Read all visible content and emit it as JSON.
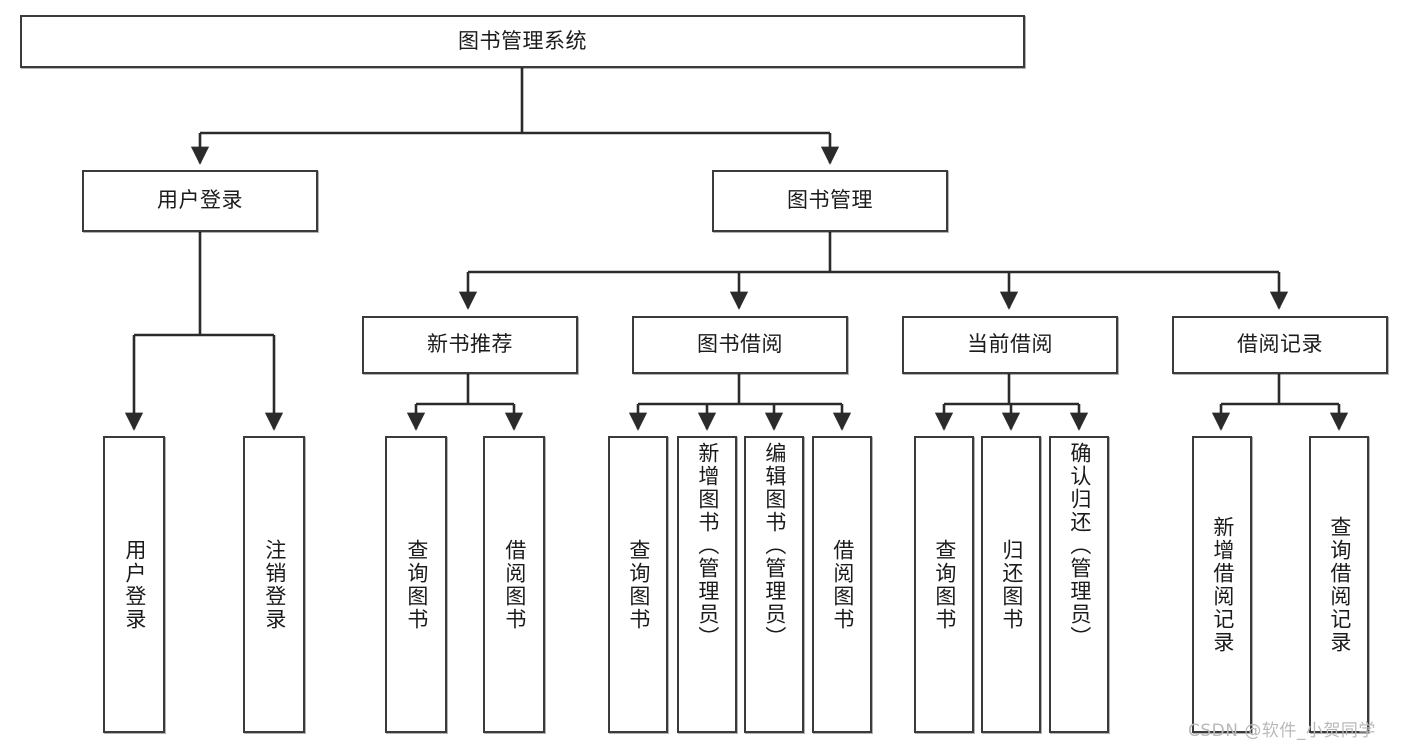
{
  "diagram": {
    "type": "tree",
    "title": "图书管理系统",
    "watermark": "CSDN @软件_小贺同学",
    "colors": {
      "box_border": "#3b3b3b",
      "box_fill": "#ffffff",
      "edge": "#2b2b2b",
      "text": "#1b1b1b",
      "watermark": "#b9b9b9"
    },
    "nodes": {
      "root": {
        "label": "图书管理系统",
        "orientation": "horizontal"
      },
      "l2": [
        {
          "label": "用户登录",
          "orientation": "horizontal"
        },
        {
          "label": "图书管理",
          "orientation": "horizontal"
        }
      ],
      "l3": [
        {
          "label": "新书推荐",
          "orientation": "horizontal"
        },
        {
          "label": "图书借阅",
          "orientation": "horizontal"
        },
        {
          "label": "当前借阅",
          "orientation": "horizontal"
        },
        {
          "label": "借阅记录",
          "orientation": "horizontal"
        }
      ],
      "leaves": [
        {
          "label": "用户登录",
          "orientation": "vertical",
          "parent": "用户登录"
        },
        {
          "label": "注销登录",
          "orientation": "vertical",
          "parent": "用户登录"
        },
        {
          "label": "查询图书",
          "orientation": "vertical",
          "parent": "新书推荐"
        },
        {
          "label": "借阅图书",
          "orientation": "vertical",
          "parent": "新书推荐"
        },
        {
          "label": "查询图书",
          "orientation": "vertical",
          "parent": "图书借阅"
        },
        {
          "label": "新增图书（管理员）",
          "orientation": "vertical",
          "parent": "图书借阅"
        },
        {
          "label": "编辑图书（管理员）",
          "orientation": "vertical",
          "parent": "图书借阅"
        },
        {
          "label": "借阅图书",
          "orientation": "vertical",
          "parent": "图书借阅"
        },
        {
          "label": "查询图书",
          "orientation": "vertical",
          "parent": "当前借阅"
        },
        {
          "label": "归还图书",
          "orientation": "vertical",
          "parent": "当前借阅"
        },
        {
          "label": "确认归还（管理员）",
          "orientation": "vertical",
          "parent": "当前借阅"
        },
        {
          "label": "新增借阅记录",
          "orientation": "vertical",
          "parent": "借阅记录"
        },
        {
          "label": "查询借阅记录",
          "orientation": "vertical",
          "parent": "借阅记录"
        }
      ]
    }
  }
}
